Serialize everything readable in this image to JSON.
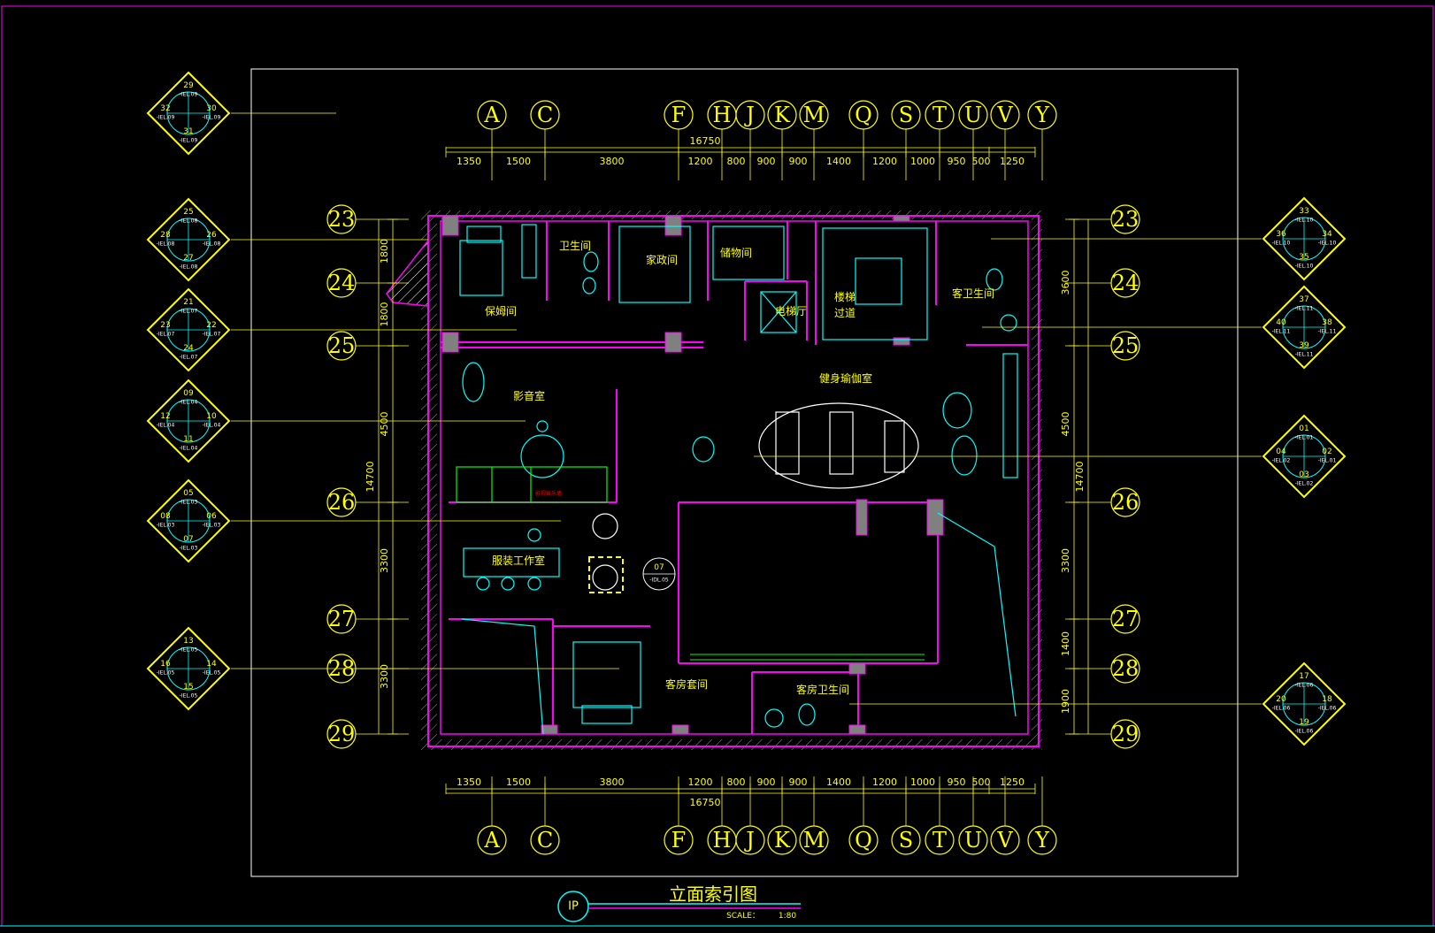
{
  "title": {
    "main": "立面索引图",
    "scale_label": "SCALE：",
    "scale_value": "1:80",
    "badge": "IP"
  },
  "grid": {
    "columns": [
      "A",
      "C",
      "F",
      "H",
      "J",
      "K",
      "M",
      "Q",
      "S",
      "T",
      "U",
      "V",
      "Y"
    ],
    "rows": [
      "23",
      "24",
      "25",
      "26",
      "27",
      "28",
      "29"
    ]
  },
  "dimensions": {
    "top_total": "16750",
    "top_segments": [
      "1350",
      "1500",
      "3800",
      "1200",
      "800",
      "900",
      "900",
      "1400",
      "1200",
      "1000",
      "950",
      "500",
      "1250"
    ],
    "bottom_total": "16750",
    "bottom_segments": [
      "1350",
      "1500",
      "3800",
      "1200",
      "800",
      "900",
      "900",
      "1400",
      "1200",
      "1000",
      "950",
      "500",
      "1250"
    ],
    "left_total": "14700",
    "left_segments": [
      "1800",
      "1800",
      "4500",
      "3300",
      "3300"
    ],
    "right_total": "14700",
    "right_segments": [
      "3600",
      "4500",
      "3300",
      "1400",
      "1900"
    ]
  },
  "rooms": {
    "nanny_room": "保姆间",
    "bathroom": "卫生间",
    "housekeeping": "家政间",
    "storage": "储物间",
    "elevator_hall": "电梯厅",
    "stair_1": "楼梯",
    "stair_2": "过道",
    "guest_bath": "客卫生间",
    "cinema": "影音室",
    "gym_yoga": "健身瑜伽室",
    "costume_studio": "服装工作室",
    "guest_suite": "客房套间",
    "guest_suite_bath": "客房卫生间",
    "small_note": "影视娱乐墙"
  },
  "elevation_tags": [
    {
      "nums": [
        "29",
        "30",
        "31",
        "32"
      ],
      "refs": [
        "-IEL.09",
        "-IEL.09",
        "-IEL.09",
        "-IEL.09"
      ]
    },
    {
      "nums": [
        "25",
        "26",
        "27",
        "28"
      ],
      "refs": [
        "-IEL.08",
        "-IEL.08",
        "-IEL.08",
        "-IEL.08"
      ]
    },
    {
      "nums": [
        "21",
        "22",
        "24",
        "23"
      ],
      "refs": [
        "-IEL.07",
        "-IEL.07",
        "-IEL.07",
        "-IEL.07"
      ]
    },
    {
      "nums": [
        "09",
        "10",
        "11",
        "12"
      ],
      "refs": [
        "-IEL.04",
        "-IEL.04",
        "-IEL.04",
        "-IEL.04"
      ]
    },
    {
      "nums": [
        "05",
        "06",
        "07",
        "08"
      ],
      "refs": [
        "-IEL.03",
        "-IEL.03",
        "-IEL.03",
        "-IEL.03"
      ]
    },
    {
      "nums": [
        "13",
        "14",
        "15",
        "16"
      ],
      "refs": [
        "-IEL.05",
        "-IEL.05",
        "-IEL.05",
        "-IEL.05"
      ]
    },
    {
      "nums": [
        "33",
        "34",
        "35",
        "36"
      ],
      "refs": [
        "-IEL.10",
        "-IEL.10",
        "-IEL.10",
        "-IEL.10"
      ]
    },
    {
      "nums": [
        "37",
        "38",
        "39",
        "40"
      ],
      "refs": [
        "-IEL.11",
        "-IEL.11",
        "-IEL.11",
        "-IEL.11"
      ]
    },
    {
      "nums": [
        "01",
        "02",
        "03",
        "04"
      ],
      "refs": [
        "-IEL.01",
        "-IEL.01",
        "-IEL.02",
        "-IEL.02"
      ]
    },
    {
      "nums": [
        "17",
        "18",
        "19",
        "20"
      ],
      "refs": [
        "-IEL.06",
        "-IEL.06",
        "-IEL.06",
        "-IEL.06"
      ]
    }
  ],
  "detail_callout": {
    "num": "07",
    "ref": "-IDL.05"
  },
  "colors": {
    "background": "#000000",
    "frame": "#ff00ff",
    "wall": "#ff00ff",
    "fixture": "#00ffff",
    "dimension": "#ffff00",
    "label": "#ffff00",
    "hatch": "#ffffff",
    "column": "#808080",
    "accent_green": "#00ff00"
  }
}
